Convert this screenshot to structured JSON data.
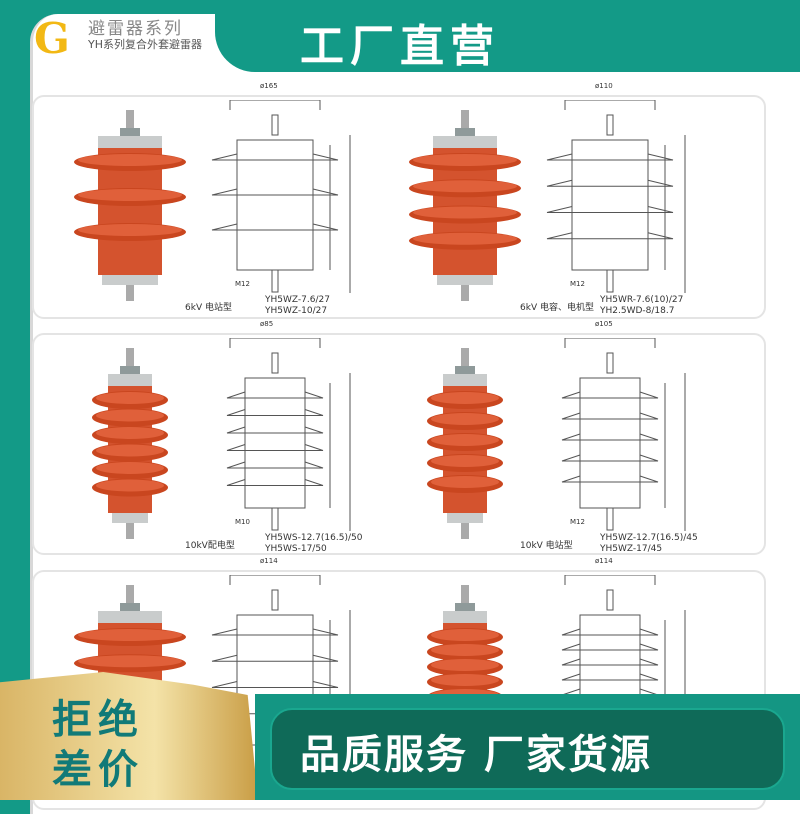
{
  "header": {
    "title": "工厂直营",
    "logo_letter": "G",
    "brand_line1": "避雷器系列",
    "brand_line2": "YH系列复合外套避雷器"
  },
  "products": [
    {
      "label": "6kV 电站型",
      "models": [
        "YH5WZ-7.6/27",
        "YH5WZ-10/27"
      ],
      "diameter": "ø165",
      "thread": "M12",
      "sheds": 3
    },
    {
      "label": "6kV 电容、电机型",
      "models": [
        "YH5WR-7.6(10)/27",
        "YH2.5WD-8/18.7"
      ],
      "diameter": "ø110",
      "thread": "M12",
      "sheds": 4
    },
    {
      "label": "10kV配电型",
      "models": [
        "YH5WS-12.7(16.5)/50",
        "YH5WS-17/50"
      ],
      "diameter": "ø85",
      "thread": "M10",
      "sheds": 6
    },
    {
      "label": "10kV 电站型",
      "models": [
        "YH5WZ-12.7(16.5)/45",
        "YH5WZ-17/45"
      ],
      "diameter": "ø105",
      "thread": "M12",
      "sheds": 5
    },
    {
      "label": "",
      "models": [],
      "diameter": "ø114",
      "thread": "",
      "sheds": 4
    },
    {
      "label": "",
      "models": [],
      "diameter": "ø114",
      "thread": "",
      "sheds": 7
    }
  ],
  "footer": {
    "left_slogan_1": "拒绝",
    "left_slogan_2": "差价",
    "right_slogan": "品质服务 厂家货源"
  },
  "colors": {
    "teal": "#139a87",
    "red": "#d4532e",
    "gold": "#f2b814"
  }
}
